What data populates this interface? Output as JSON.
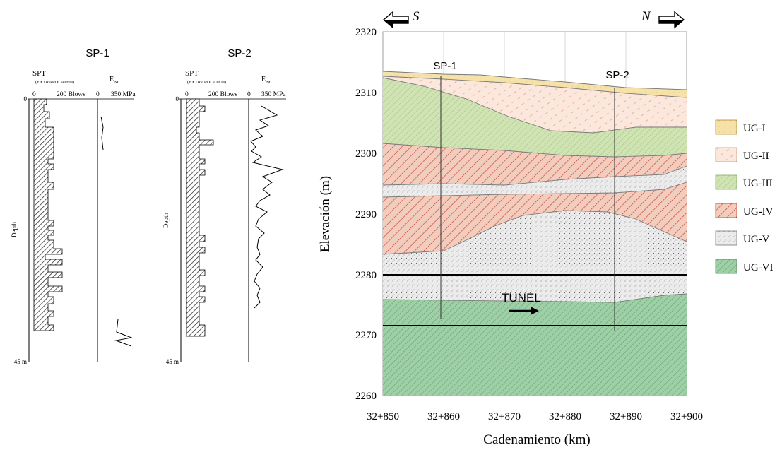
{
  "boreholes": {
    "sp1": {
      "title": "SP-1",
      "spt_label": "SPT",
      "spt_sub": "(EXTRAPOLATED)",
      "em_label": "E",
      "em_sub": "M",
      "tick_zero_left": "0",
      "tick_blows": "200 Blows",
      "tick_zero_right": "0",
      "tick_mpa": "350 MPa",
      "depth_top": "0",
      "depth_bottom": "45 m",
      "depth_axis": "Depth"
    },
    "sp2": {
      "title": "SP-2",
      "spt_label": "SPT",
      "spt_sub": "(EXTRAPOLATED)",
      "em_label": "E",
      "em_sub": "M",
      "tick_zero_left": "0",
      "tick_blows": "200 Blows",
      "tick_zero_right": "0",
      "tick_mpa": "350 MPa",
      "depth_top": "0",
      "depth_bottom": "45 m",
      "depth_axis": "Depth"
    }
  },
  "section": {
    "south_label": "S",
    "north_label": "N",
    "y_label": "Elevación (m)",
    "x_label": "Cadenamiento (km)",
    "y_ticks": [
      "2320",
      "2310",
      "2300",
      "2290",
      "2280",
      "2270",
      "2260"
    ],
    "x_ticks": [
      "32+850",
      "32+860",
      "32+870",
      "32+880",
      "32+890",
      "32+900"
    ],
    "bore_sp1": "SP-1",
    "bore_sp2": "SP-2",
    "tunnel_label": "TUNEL"
  },
  "legend": {
    "items": [
      {
        "label": "UG-I",
        "color": "#f6e2a8"
      },
      {
        "label": "UG-II",
        "color": "#fbe7dc"
      },
      {
        "label": "UG-III",
        "color": "#cfe3b3"
      },
      {
        "label": "UG-IV",
        "color": "#f2cdbd"
      },
      {
        "label": "UG-V",
        "color": "#ececec"
      },
      {
        "label": "UG-VI",
        "color": "#9ecfa6"
      }
    ]
  }
}
